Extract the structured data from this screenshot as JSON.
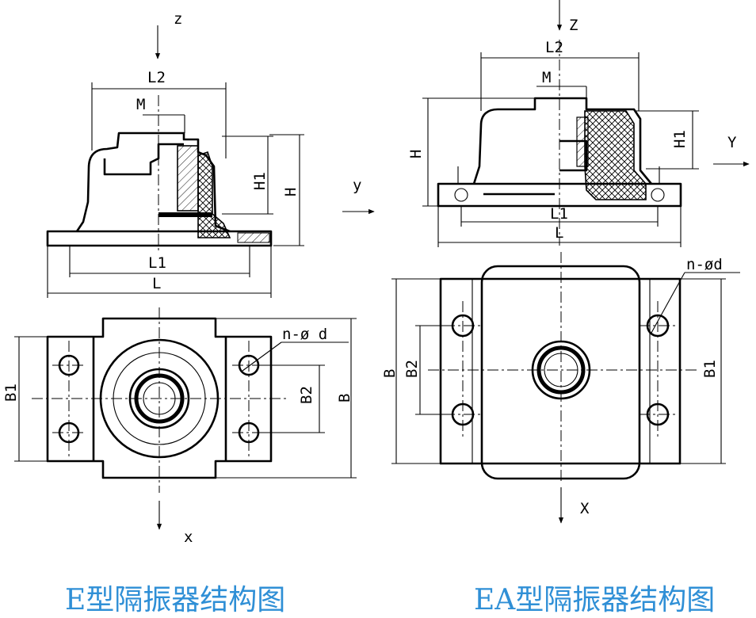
{
  "left": {
    "caption": "E型隔振器结构图",
    "labels": {
      "z": "z",
      "y": "y",
      "x": "x",
      "L2": "L2",
      "M": "M",
      "H1": "H1",
      "H": "H",
      "L1": "L1",
      "L": "L",
      "B1": "B1",
      "B2": "B2",
      "B": "B",
      "hole": "n-ø d"
    }
  },
  "right": {
    "caption": "EA型隔振器结构图",
    "labels": {
      "z": "Z",
      "y": "Y",
      "x": "X",
      "L2": "L2",
      "M": "M",
      "H1": "H1",
      "H": "H",
      "L1": "L1",
      "L": "L",
      "B1": "B1",
      "B2": "B2",
      "B": "B",
      "hole": "n-ød"
    }
  }
}
